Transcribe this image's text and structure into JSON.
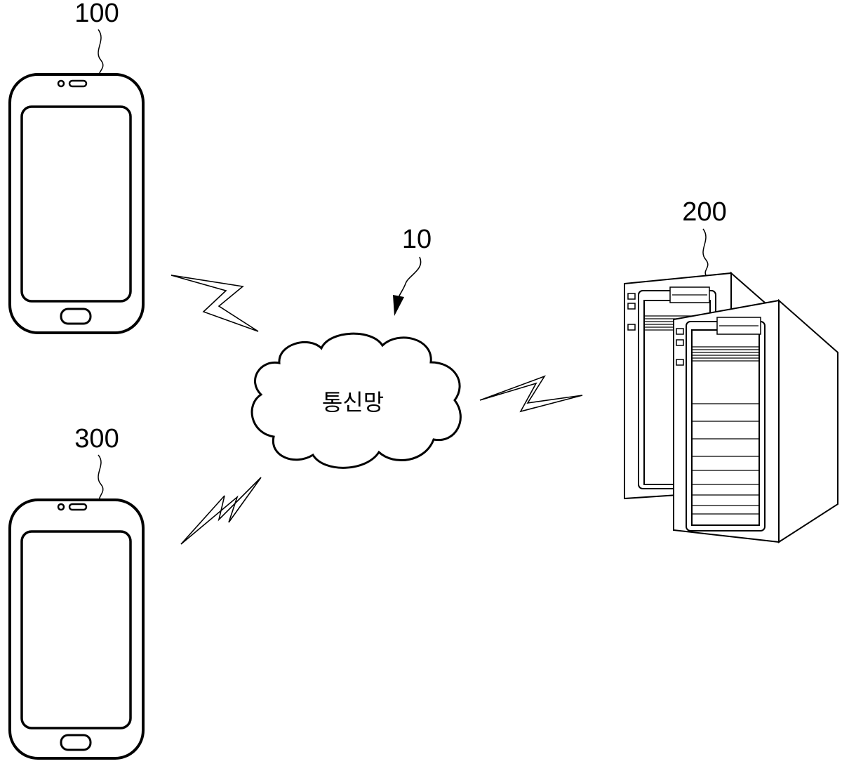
{
  "diagram": {
    "network": {
      "reference": "10",
      "label": "통신망"
    },
    "device_top": {
      "reference": "100",
      "icon": "smartphone-icon"
    },
    "device_bottom": {
      "reference": "300",
      "icon": "smartphone-icon"
    },
    "server": {
      "reference": "200",
      "icon": "server-rack-icon"
    },
    "links": [
      {
        "from": "device_top",
        "to": "network",
        "icon": "wireless-link-icon"
      },
      {
        "from": "device_bottom",
        "to": "network",
        "icon": "wireless-link-icon"
      },
      {
        "from": "network",
        "to": "server",
        "icon": "wireless-link-icon"
      }
    ],
    "colors": {
      "line": "#000000",
      "background": "#ffffff"
    }
  }
}
